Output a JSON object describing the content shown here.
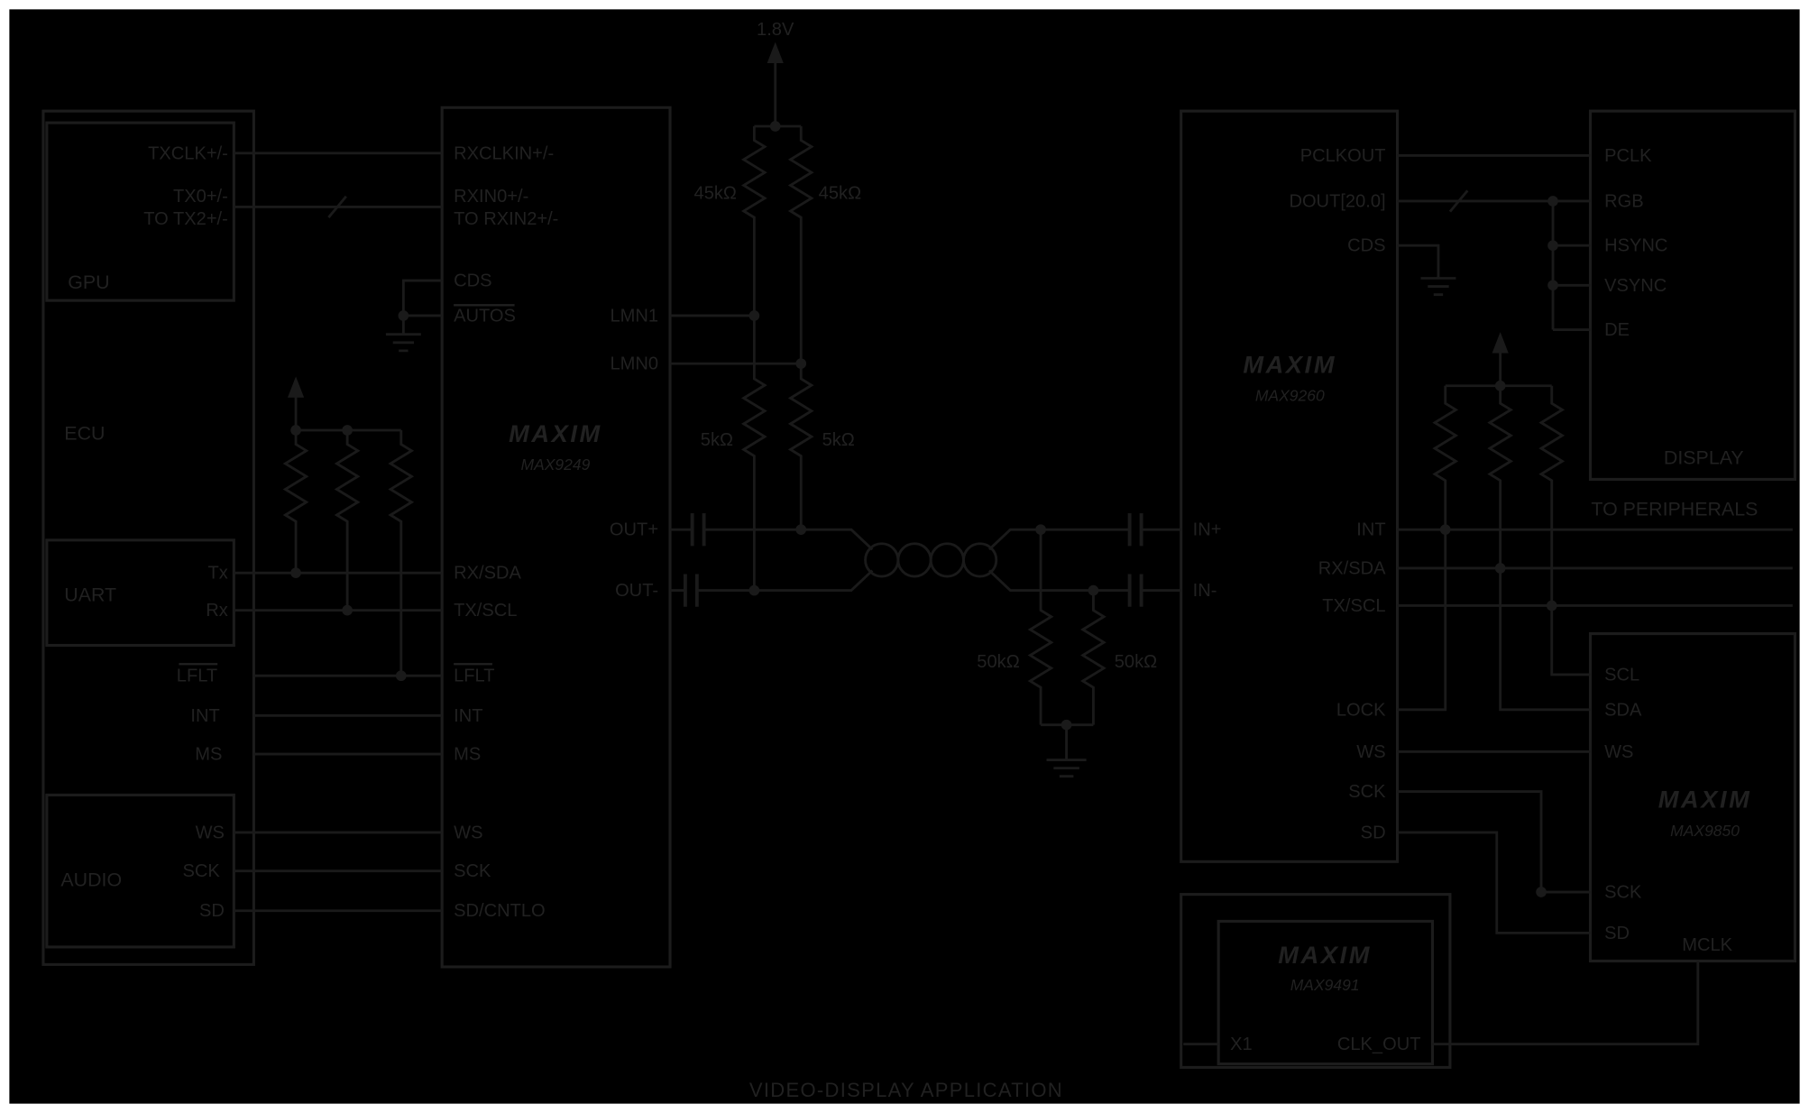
{
  "caption": "VIDEO-DISPLAY APPLICATION",
  "power": {
    "v": "1.8V"
  },
  "resistors": {
    "r45a": "45kΩ",
    "r45b": "45kΩ",
    "r5a": "5kΩ",
    "r5b": "5kΩ",
    "r50a": "50kΩ",
    "r50b": "50kΩ"
  },
  "ecu": {
    "label": "ECU",
    "lflt": "LFLT",
    "int": "INT",
    "ms": "MS",
    "gpu": {
      "label": "GPU",
      "txclk": "TXCLK+/-",
      "tx0": "TX0+/-",
      "tx2": "TO TX2+/-"
    },
    "uart": {
      "label": "UART",
      "tx": "Tx",
      "rx": "Rx"
    },
    "audio": {
      "label": "AUDIO",
      "ws": "WS",
      "sck": "SCK",
      "sd": "SD"
    }
  },
  "ser": {
    "logo": "MAXIM",
    "part": "MAX9249",
    "rxclkin": "RXCLKIN+/-",
    "rxin0": "RXIN0+/-",
    "rxin2": "TO RXIN2+/-",
    "cds": "CDS",
    "autos": "AUTOS",
    "lmn1": "LMN1",
    "lmn0": "LMN0",
    "outp": "OUT+",
    "outm": "OUT-",
    "rxsda": "RX/SDA",
    "txscl": "TX/SCL",
    "lflt": "LFLT",
    "int": "INT",
    "ms": "MS",
    "ws": "WS",
    "sck": "SCK",
    "sd": "SD/CNTLO"
  },
  "des": {
    "logo": "MAXIM",
    "part": "MAX9260",
    "inp": "IN+",
    "inm": "IN-",
    "pclkout": "PCLKOUT",
    "dout": "DOUT[20.0]",
    "cds": "CDS",
    "int": "INT",
    "rxsda": "RX/SDA",
    "txscl": "TX/SCL",
    "lock": "LOCK",
    "ws": "WS",
    "sck": "SCK",
    "sd": "SD"
  },
  "display": {
    "label": "DISPLAY",
    "pclk": "PCLK",
    "rgb": "RGB",
    "hsync": "HSYNC",
    "vsync": "VSYNC",
    "de": "DE"
  },
  "periph": {
    "label": "TO PERIPHERALS"
  },
  "dac": {
    "logo": "MAXIM",
    "part": "MAX9850",
    "scl": "SCL",
    "sda": "SDA",
    "ws": "WS",
    "sck": "SCK",
    "sd": "SD",
    "mclk": "MCLK"
  },
  "pll": {
    "logo": "MAXIM",
    "part": "MAX9491",
    "x1": "X1",
    "clkout": "CLK_OUT"
  },
  "colors": {
    "background": "#000000",
    "line": "#1a1a1a",
    "ink": "#212121",
    "frame": "#ffffff"
  }
}
